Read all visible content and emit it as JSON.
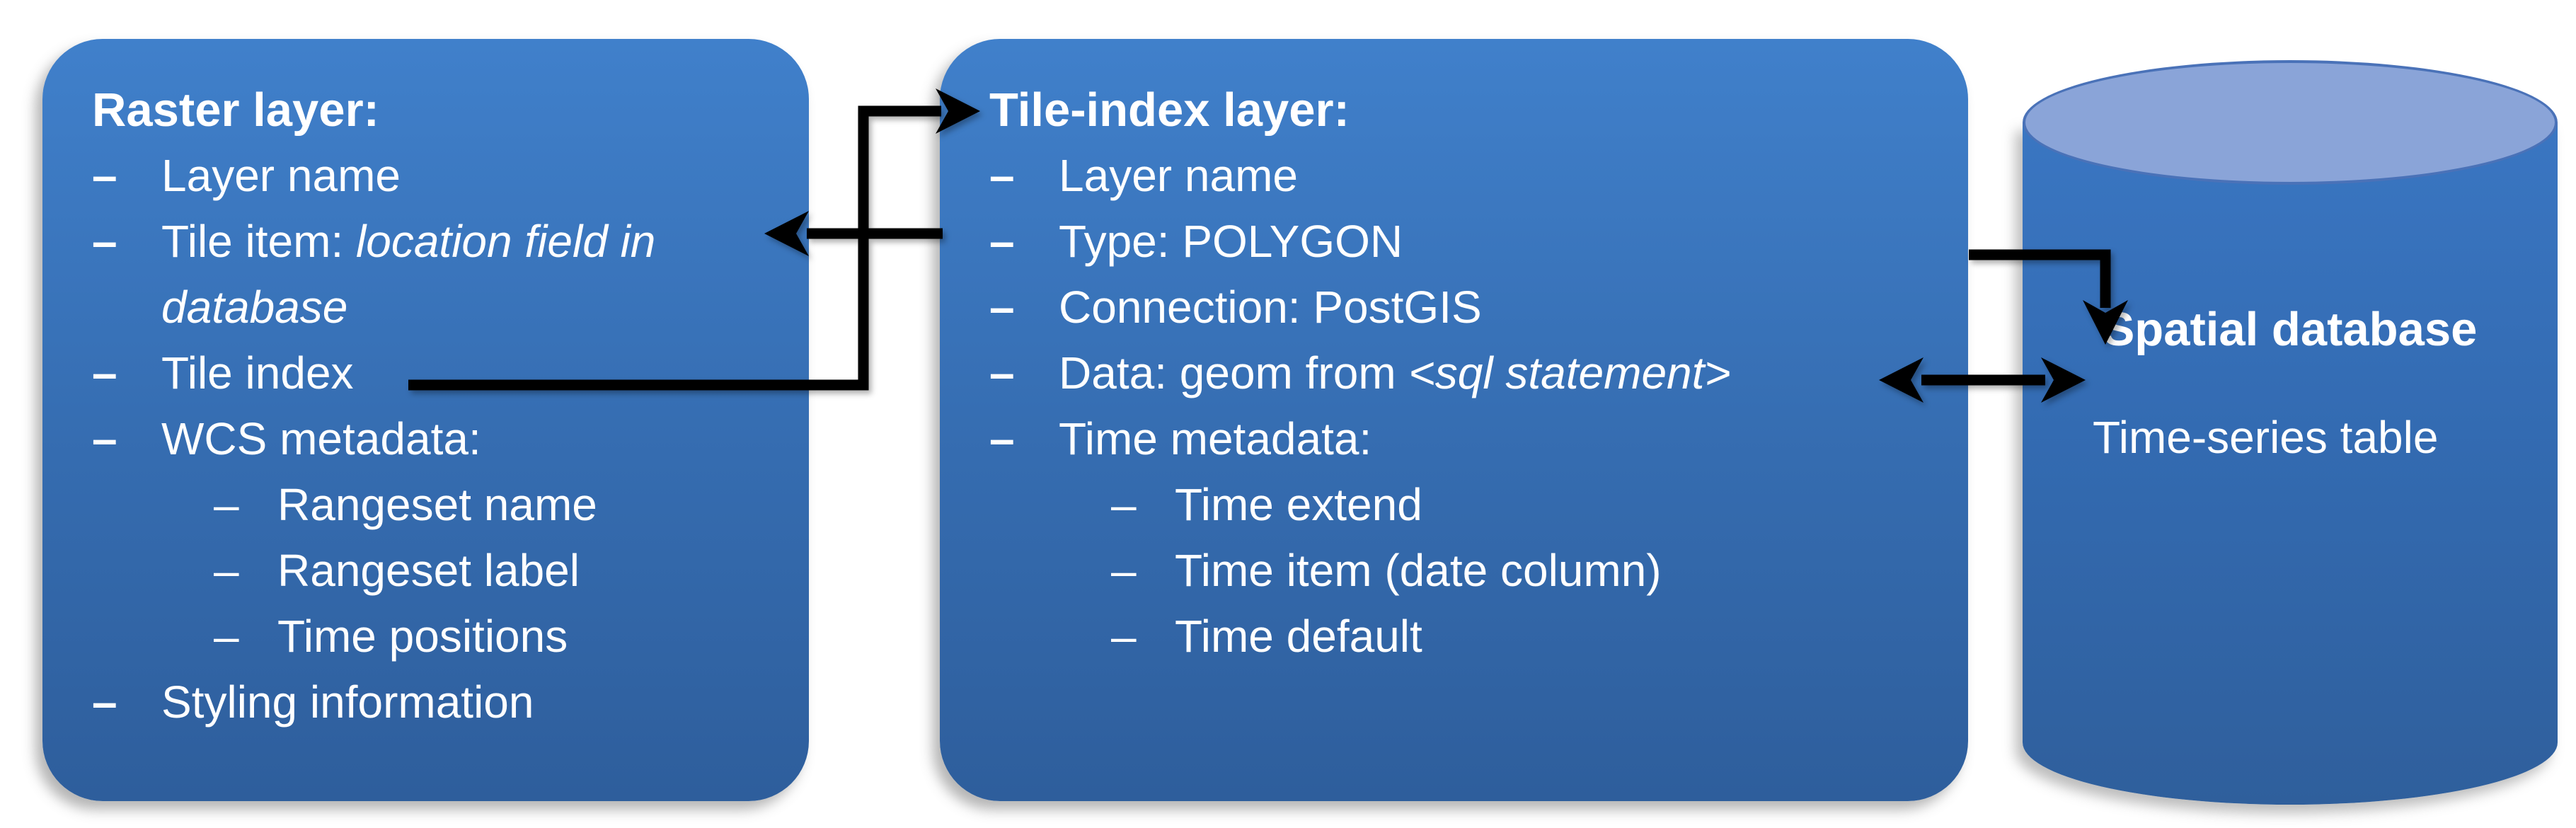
{
  "raster_box": {
    "title": "Raster layer:",
    "items": [
      {
        "label": "Layer name"
      },
      {
        "label": "Tile item: ",
        "italic": "location field in"
      },
      {
        "italic": "database"
      },
      {
        "label": "Tile index"
      },
      {
        "label": "WCS metadata:"
      },
      {
        "label": "Rangeset name"
      },
      {
        "label": "Rangeset label"
      },
      {
        "label": "Time positions"
      },
      {
        "label": "Styling information"
      }
    ]
  },
  "tile_index_box": {
    "title": "Tile-index layer:",
    "items": [
      {
        "label": "Layer name"
      },
      {
        "label": "Type: POLYGON"
      },
      {
        "label": "Connection: PostGIS"
      },
      {
        "label": "Data: geom from ",
        "italic": "<sql statement>"
      },
      {
        "label": "Time metadata:"
      },
      {
        "label": "Time extend"
      },
      {
        "label": "Time item (date column)"
      },
      {
        "label": "Time default"
      }
    ]
  },
  "database": {
    "title": "Spatial database",
    "table_label": "Time-series table"
  },
  "arrows": [
    {
      "from": "Tile index (raster layer)",
      "to": "Tile-index layer title",
      "type": "single-head"
    },
    {
      "from": "Tile-index layer box",
      "to": "Tile item: location field in (raster layer)",
      "type": "single-head"
    },
    {
      "from": "Tile-index layer box",
      "to": "Spatial database / Time-series table",
      "type": "single-head"
    },
    {
      "from": "Data: geom from <sql statement>",
      "to": "Time-series table",
      "type": "double-head"
    }
  ],
  "colors": {
    "box_gradient_top": "#4080CB",
    "box_gradient_bottom": "#2E5E9C",
    "cylinder_top_fill": "#8AA4D8",
    "cylinder_top_border": "#4A72B8",
    "cylinder_body_top": "#3A76C2",
    "cylinder_body_bottom": "#2F5F9C",
    "text": "#FFFFFF",
    "arrow": "#000000",
    "background": "#FFFFFF"
  }
}
